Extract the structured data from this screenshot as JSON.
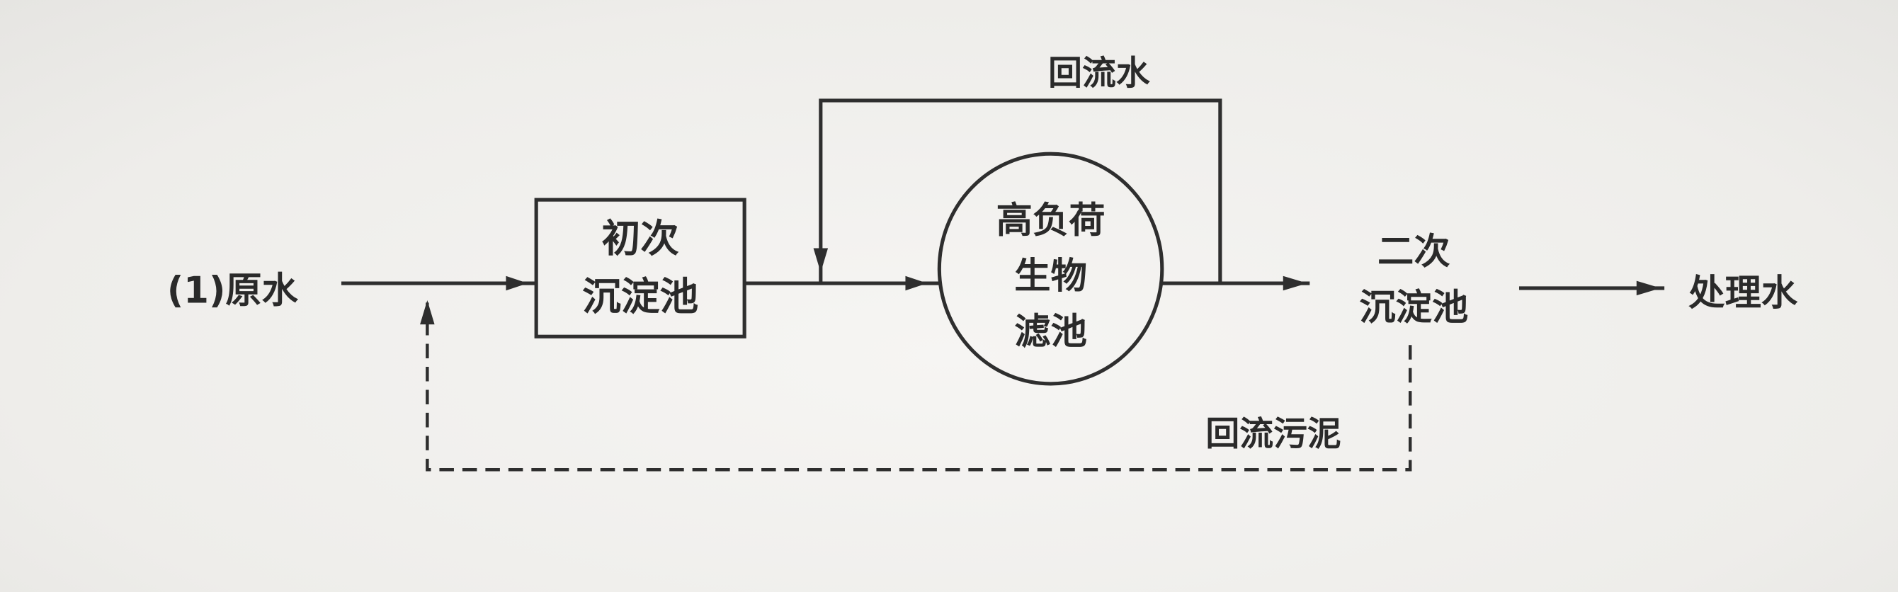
{
  "diagram": {
    "input_label": "(1)原水",
    "primary_clarifier": {
      "line1": "初次",
      "line2": "沉淀池"
    },
    "biofilter": {
      "line1": "高负荷",
      "line2": "生物",
      "line3": "滤池"
    },
    "secondary_clarifier": {
      "line1": "二次",
      "line2": "沉淀池"
    },
    "output_label": "处理水",
    "recycle_water_label": "回流水",
    "recycle_sludge_label": "回流污泥"
  },
  "colors": {
    "ink": "#2e2e2e",
    "paper": "#efeeec"
  }
}
